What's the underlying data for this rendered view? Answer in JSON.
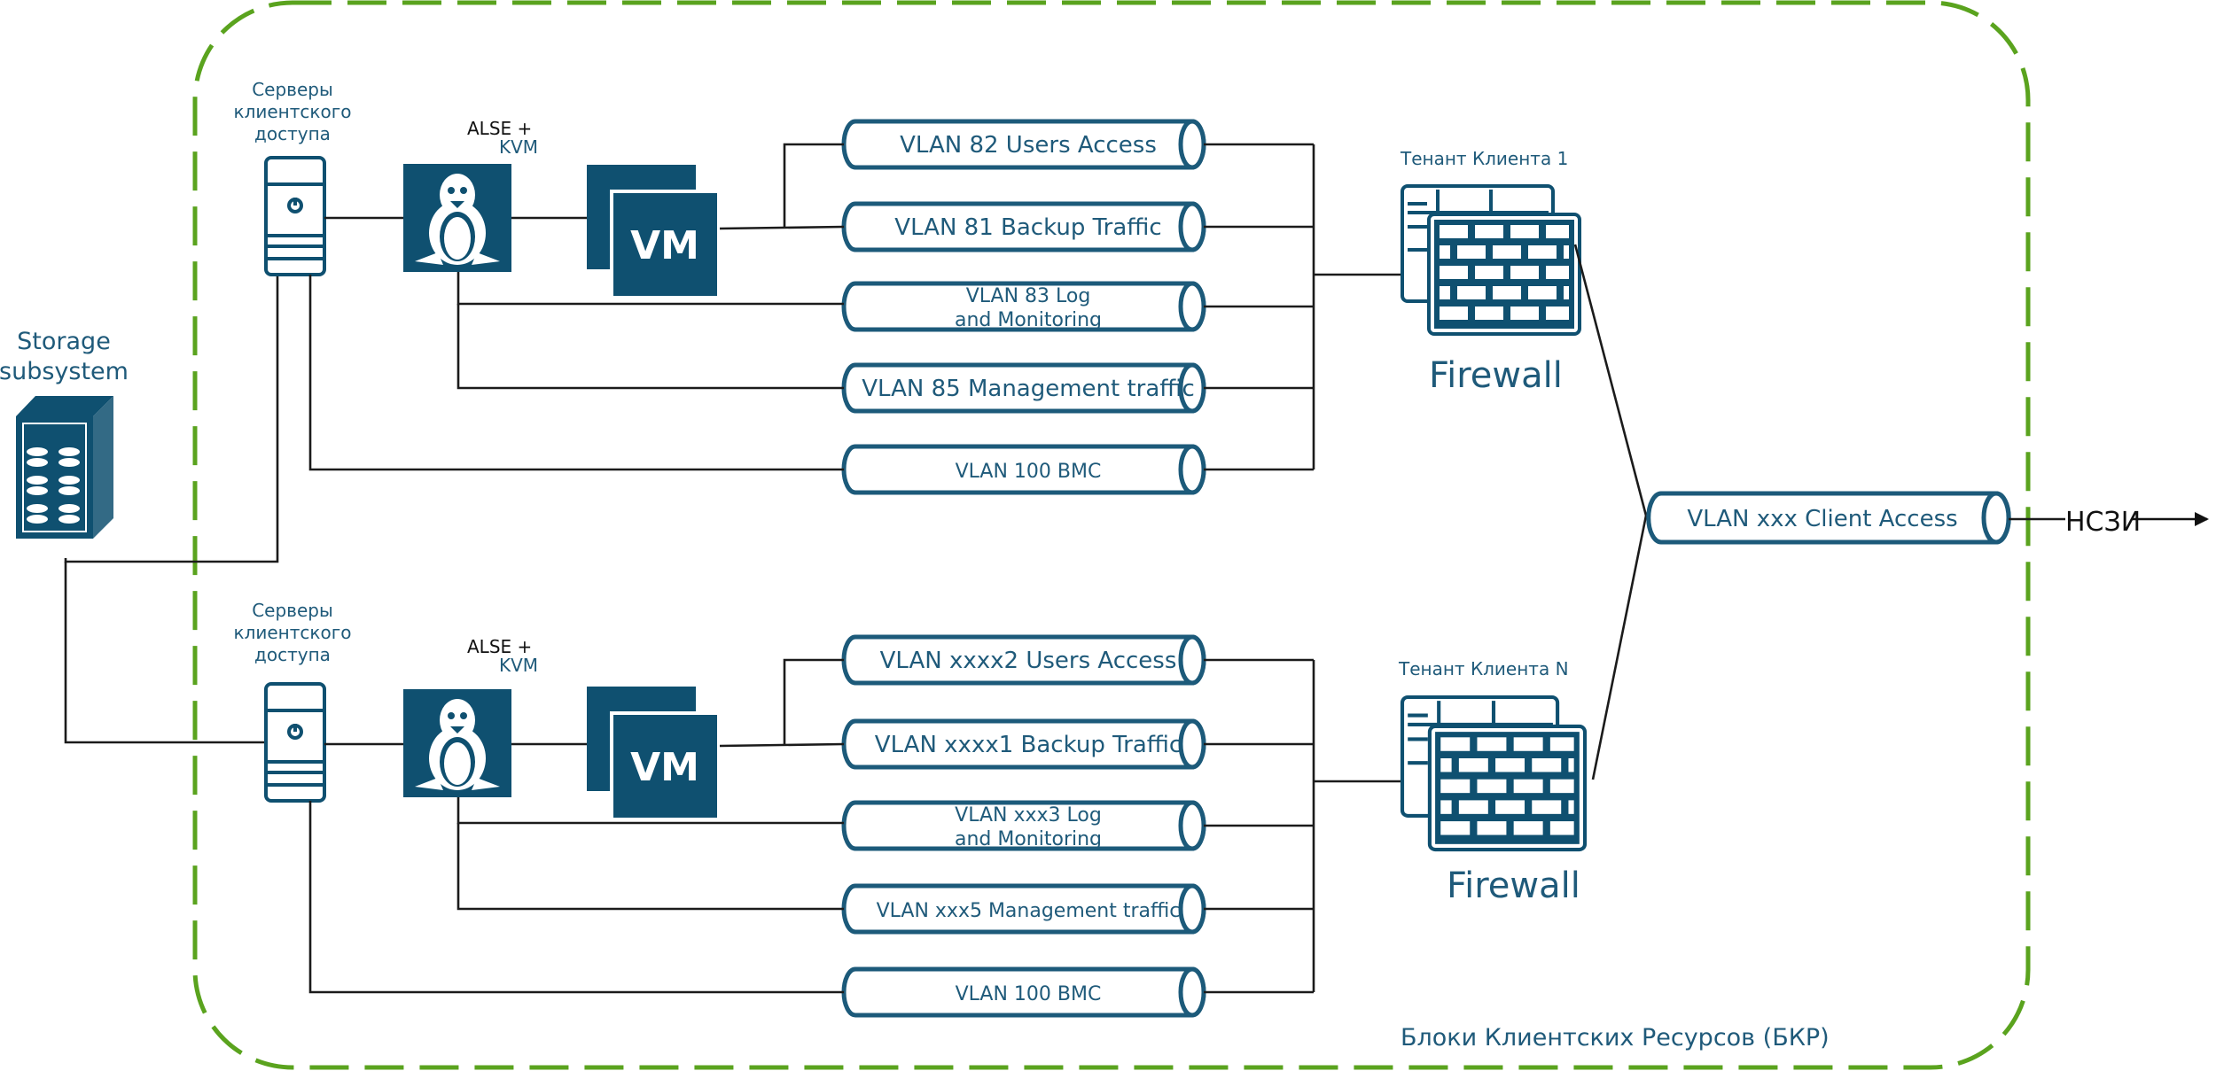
{
  "container": {
    "label": "Блоки Клиентских Ресурсов (БКР)",
    "border_color": "#5aa31e"
  },
  "storage": {
    "label_line1": "Storage",
    "label_line2": "subsystem"
  },
  "tenants": [
    {
      "server_label": [
        "Серверы",
        "клиентского",
        "доступа"
      ],
      "hypervisor_label": [
        "ALSE +",
        "KVM"
      ],
      "vm_label": "VM",
      "vlans": [
        {
          "lines": [
            "VLAN 82 Users Access"
          ],
          "small": false
        },
        {
          "lines": [
            "VLAN 81 Backup Traffic"
          ],
          "small": false
        },
        {
          "lines": [
            "VLAN 83 Log",
            "and Monitoring"
          ],
          "small": true
        },
        {
          "lines": [
            "VLAN 85 Management traffic"
          ],
          "small": false
        },
        {
          "lines": [
            "VLAN 100 BMC"
          ],
          "small": true
        }
      ],
      "tenant_label": "Тенант Клиента 1",
      "firewall_label": "Firewall"
    },
    {
      "server_label": [
        "Серверы",
        "клиентского",
        "доступа"
      ],
      "hypervisor_label": [
        "ALSE +",
        "KVM"
      ],
      "vm_label": "VM",
      "vlans": [
        {
          "lines": [
            "VLAN xxxx2 Users Access"
          ],
          "small": false
        },
        {
          "lines": [
            "VLAN xxxx1 Backup Traffic"
          ],
          "small": false
        },
        {
          "lines": [
            "VLAN xxx3 Log",
            "and Monitoring"
          ],
          "small": true
        },
        {
          "lines": [
            "VLAN xxx5 Management traffic"
          ],
          "small": true
        },
        {
          "lines": [
            "VLAN 100 BMC"
          ],
          "small": true
        }
      ],
      "tenant_label": "Тенант Клиента N",
      "firewall_label": "Firewall"
    }
  ],
  "uplink": {
    "vlan_label": "VLAN xxx Client Access",
    "external_label": "НСЗИ"
  },
  "colors": {
    "icon": "#0f5070",
    "text": "#1f5a7a",
    "tube_stroke": "#1c5a7a",
    "wire": "#1b1b1b"
  }
}
